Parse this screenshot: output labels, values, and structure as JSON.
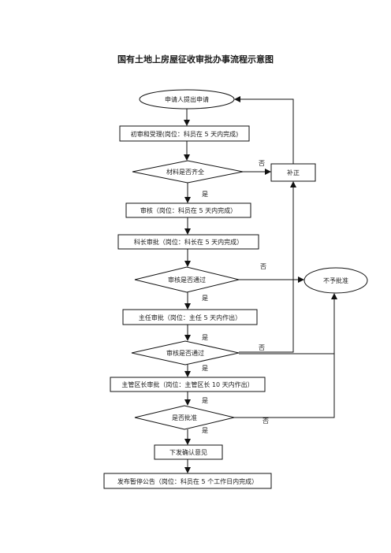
{
  "title": "国有土地上房屋征收审批办事流程示意图",
  "nodes": {
    "start": "申请人提出申请",
    "accept": "初审和受理(岗位：科员在 5 天内完成)",
    "materials": "材料是否齐全",
    "supplement": "补正",
    "review": "审核（岗位：科员在 5 天内完成）",
    "chief": "科长审批（岗位：科长在 5 天内完成）",
    "passed1": "审核是否通过",
    "reject": "不予批准",
    "director": "主任审批（岗位：主任 5 天内作出）",
    "passed2": "审核是否通过",
    "district": "主管区长审批（岗位：主管区长 10 天内作出）",
    "approved": "是否批准",
    "issue": "下发确认意见",
    "notice": "发布暂停公告（岗位：科员在 5 个工作日内完成）"
  },
  "edge_labels": {
    "no_materials": "否",
    "yes_materials": "是",
    "no_passed1": "否",
    "yes_passed1": "是",
    "yes_director": "是",
    "no_passed2": "否",
    "yes_passed2": "是",
    "yes_district": "是",
    "no_approved": "否",
    "yes_approved": "是"
  }
}
